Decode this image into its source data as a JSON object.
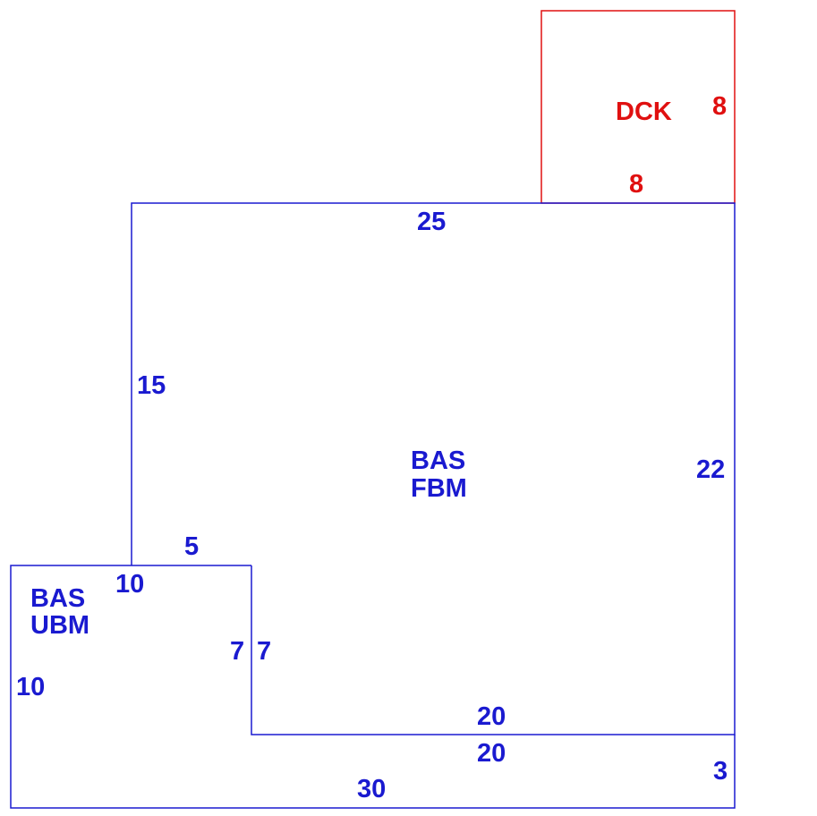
{
  "colors": {
    "main_outline": "#1a1ad0",
    "deck_outline": "#e01010"
  },
  "areas": {
    "bas_fbm": {
      "line1": "BAS",
      "line2": "FBM"
    },
    "bas_ubm": {
      "line1": "BAS",
      "line2": "UBM"
    },
    "dck": {
      "label": "DCK"
    }
  },
  "dimensions": {
    "fbm_top": "25",
    "fbm_left": "15",
    "fbm_right": "22",
    "fbm_step_top": "5",
    "fbm_bottom": "20",
    "fbm_inner_left": "7",
    "ubm_top": "10",
    "ubm_left": "10",
    "ubm_inner_right": "7",
    "ubm_inner_bottom": "20",
    "ubm_right": "3",
    "ubm_bottom": "30",
    "dck_right": "8",
    "dck_bottom": "8"
  }
}
